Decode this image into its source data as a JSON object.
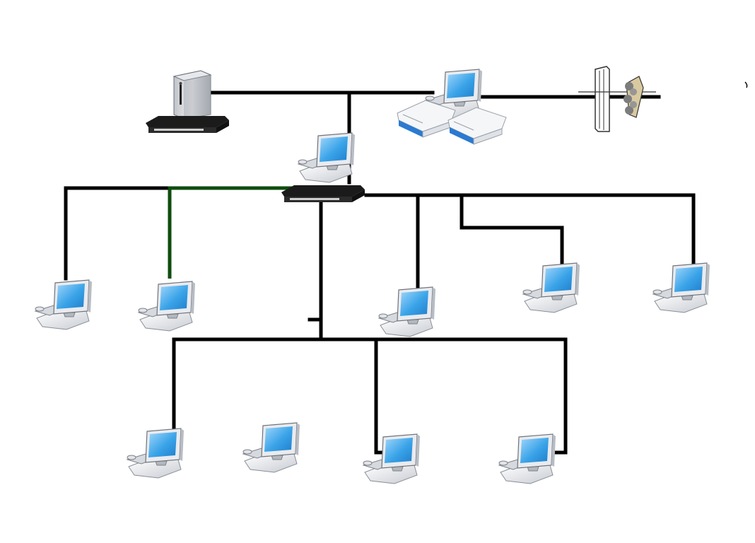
{
  "diagram": {
    "type": "network-topology",
    "colors": {
      "background": "#ffffff",
      "wire": "#000000",
      "wire_highlight": "#0e4d0e",
      "screen": "#3aa3e8",
      "device_body": "#e8eaee"
    },
    "nodes": [
      {
        "id": "server",
        "icon": "server-tower-icon"
      },
      {
        "id": "top-switch",
        "icon": "network-switch-icon"
      },
      {
        "id": "modem-pc",
        "icon": "desktop-computer-icon"
      },
      {
        "id": "modem-left",
        "icon": "modem-icon"
      },
      {
        "id": "modem-right",
        "icon": "modem-icon"
      },
      {
        "id": "firewall",
        "icon": "firewall-icon"
      },
      {
        "id": "hub-pc",
        "icon": "desktop-computer-icon"
      },
      {
        "id": "hub-switch",
        "icon": "network-switch-icon"
      },
      {
        "id": "pc-1",
        "icon": "desktop-computer-icon"
      },
      {
        "id": "pc-2",
        "icon": "desktop-computer-icon"
      },
      {
        "id": "pc-3",
        "icon": "desktop-computer-icon"
      },
      {
        "id": "pc-4",
        "icon": "desktop-computer-icon"
      },
      {
        "id": "pc-5",
        "icon": "desktop-computer-icon"
      },
      {
        "id": "pc-6",
        "icon": "desktop-computer-icon"
      },
      {
        "id": "pc-7",
        "icon": "desktop-computer-icon"
      },
      {
        "id": "pc-8",
        "icon": "desktop-computer-icon"
      },
      {
        "id": "pc-9",
        "icon": "desktop-computer-icon"
      }
    ],
    "links": [
      {
        "from": "server",
        "to": "modem-pc"
      },
      {
        "from": "modem-pc",
        "to": "firewall"
      },
      {
        "from": "server",
        "to": "hub-switch"
      },
      {
        "from": "hub-switch",
        "to": "pc-1"
      },
      {
        "from": "hub-switch",
        "to": "pc-2",
        "highlight": true
      },
      {
        "from": "hub-switch",
        "to": "pc-3"
      },
      {
        "from": "hub-switch",
        "to": "pc-4"
      },
      {
        "from": "hub-switch",
        "to": "pc-5"
      },
      {
        "from": "hub-switch",
        "to": "pc-6"
      },
      {
        "from": "hub-switch",
        "to": "pc-7"
      },
      {
        "from": "hub-switch",
        "to": "pc-8"
      },
      {
        "from": "hub-switch",
        "to": "pc-9"
      }
    ]
  }
}
